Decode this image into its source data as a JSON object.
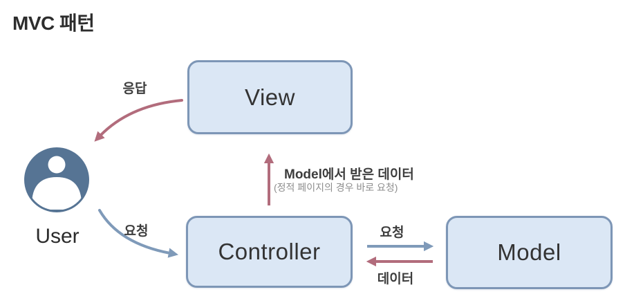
{
  "title": "MVC 패턴",
  "nodes": {
    "view": {
      "label": "View"
    },
    "controller": {
      "label": "Controller"
    },
    "model": {
      "label": "Model"
    },
    "user": {
      "label": "User",
      "icon": "person-in-circle-icon"
    }
  },
  "arrows": {
    "response": {
      "label": "응답",
      "from": "View",
      "to": "User",
      "style": "curved",
      "color_key": "arrow_rose"
    },
    "request_user": {
      "label": "요청",
      "from": "User",
      "to": "Controller",
      "style": "curved",
      "color_key": "arrow_blue"
    },
    "data_to_view": {
      "label": "Model에서 받은 데이터",
      "sublabel": "(정적 페이지의 경우 바로 요청)",
      "from": "Controller",
      "to": "View",
      "style": "straight-up",
      "color_key": "arrow_rose"
    },
    "request_model": {
      "label": "요청",
      "from": "Controller",
      "to": "Model",
      "style": "straight-right",
      "color_key": "arrow_blue"
    },
    "data_from_model": {
      "label": "데이터",
      "from": "Model",
      "to": "Controller",
      "style": "straight-left",
      "color_key": "arrow_rose"
    }
  },
  "colors": {
    "box_fill": "#dbe7f5",
    "box_border": "#7d96b6",
    "arrow_blue": "#7f9ab9",
    "arrow_rose": "#b26c7c",
    "user_icon": "#567494",
    "text_dark": "#333333",
    "text_gray": "#8d8d8d",
    "white": "#ffffff"
  }
}
